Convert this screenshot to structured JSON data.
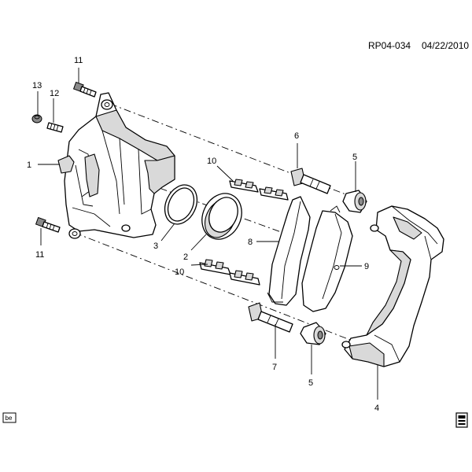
{
  "header": {
    "drawing_id": "RP04-034",
    "date": "04/22/2010"
  },
  "callouts": {
    "c1": "1",
    "c2": "2",
    "c3": "3",
    "c4": "4",
    "c5a": "5",
    "c5b": "5",
    "c6": "6",
    "c7": "7",
    "c8": "8",
    "c9": "9",
    "c10a": "10",
    "c10b": "10",
    "c11a": "11",
    "c11b": "11",
    "c12": "12",
    "c13": "13"
  },
  "footer": {
    "badge": "be"
  },
  "icons": {
    "corner": "document-icon"
  }
}
